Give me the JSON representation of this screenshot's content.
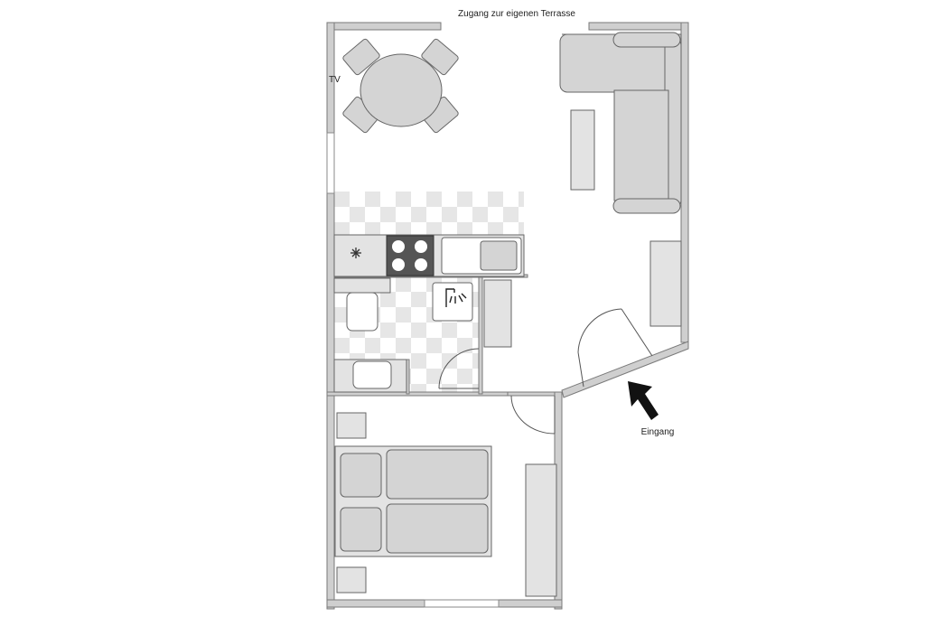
{
  "labels": {
    "terrace": "Zugang zur eigenen Terrasse",
    "tv": "TV",
    "entrance": "Eingang"
  },
  "icons": {
    "freezer": "snowflake-icon",
    "shower": "shower-icon",
    "entrance_arrow": "arrow-up-left-icon"
  },
  "colors": {
    "wall": "#cfcfcf",
    "furniture": "#d4d4d4",
    "tile": "#e6e6e6",
    "stove": "#555555"
  }
}
